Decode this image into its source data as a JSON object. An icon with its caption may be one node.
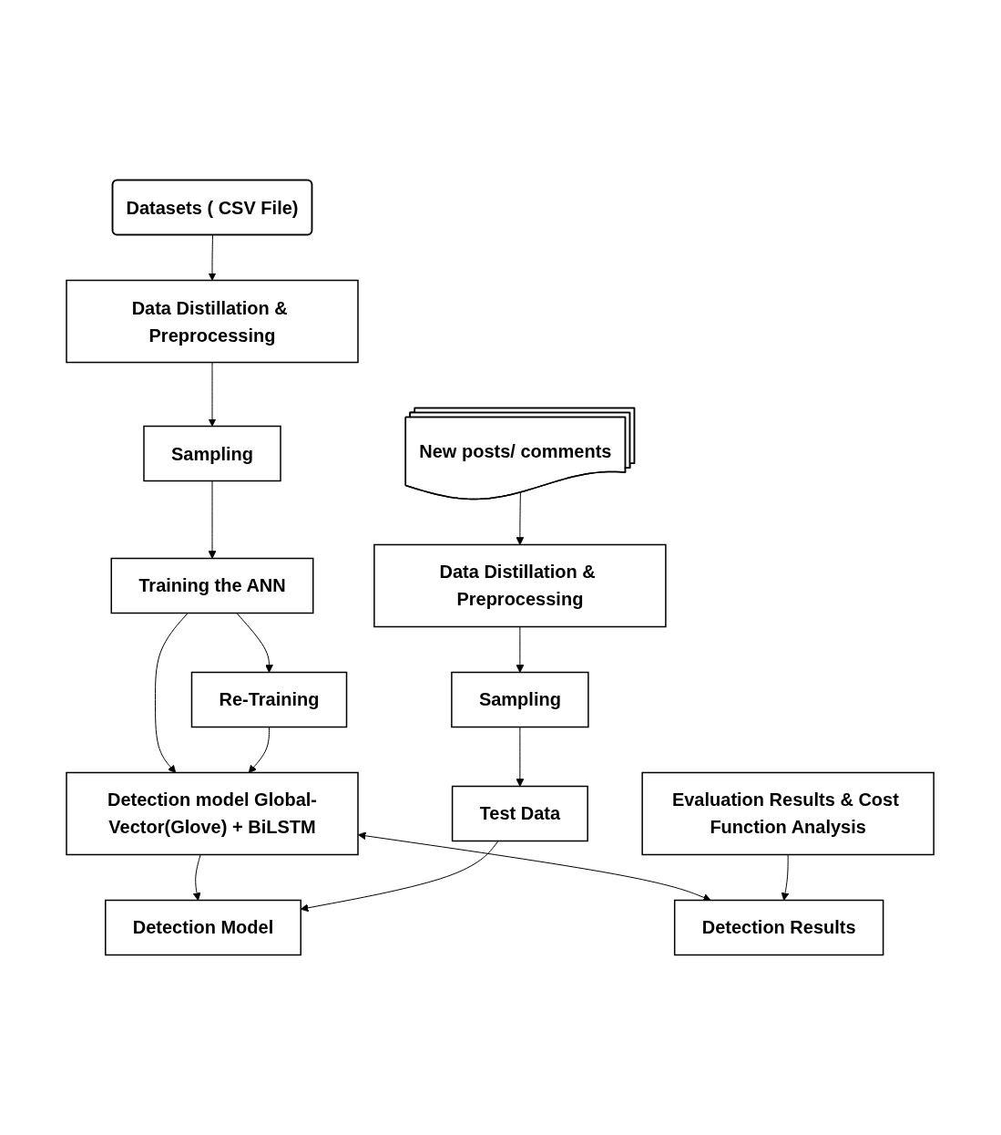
{
  "diagram": {
    "nodes": [
      {
        "text": [
          "Datasets ( CSV File)"
        ]
      },
      {
        "text": [
          "Data Distillation & Preprocessing"
        ]
      },
      {
        "text": [
          "Sampling"
        ]
      },
      {
        "text": [
          "Training the ANN"
        ]
      },
      {
        "text": [
          "Re-Training"
        ]
      },
      {
        "text": [
          "Detection model Global-Vector(Glove) + BiLSTM"
        ]
      },
      {
        "text": [
          "New posts/ comments"
        ]
      },
      {
        "text": [
          "Data Distillation & Preprocessing"
        ]
      },
      {
        "text": [
          "Sampling"
        ]
      },
      {
        "text": [
          "Test Data"
        ]
      },
      {
        "text": [
          "Detection Model"
        ]
      },
      {
        "text": [
          "Detection Results"
        ]
      },
      {
        "text": [
          "Evaluation Results & Cost Function Analysis"
        ]
      }
    ],
    "edges": [
      {
        "from": 0,
        "to": 1,
        "arrow": "to"
      },
      {
        "from": 1,
        "to": 2,
        "arrow": "to"
      },
      {
        "from": 2,
        "to": 3,
        "arrow": "to"
      },
      {
        "from": 3,
        "to": 5,
        "arrow": "to"
      },
      {
        "from": 3,
        "to": 4,
        "arrow": "to"
      },
      {
        "from": 4,
        "to": 5,
        "arrow": "to"
      },
      {
        "from": 5,
        "to": 10,
        "arrow": "to"
      },
      {
        "from": 6,
        "to": 7,
        "arrow": "to"
      },
      {
        "from": 7,
        "to": 8,
        "arrow": "to"
      },
      {
        "from": 8,
        "to": 9,
        "arrow": "to"
      },
      {
        "from": 9,
        "to": 10,
        "arrow": "to"
      },
      {
        "from": 5,
        "to": 11,
        "arrow": "both"
      },
      {
        "from": 12,
        "to": 11,
        "arrow": "to"
      }
    ]
  }
}
